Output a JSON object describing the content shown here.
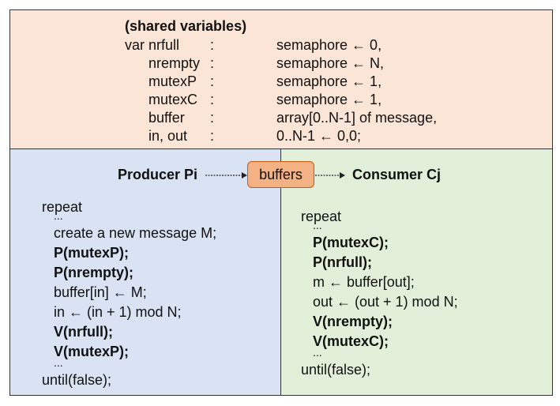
{
  "shared": {
    "header": "(shared variables)",
    "names": [
      "var nrfull",
      "nrempty",
      "mutexP",
      "mutexC",
      "buffer",
      "in, out"
    ],
    "colons": [
      ":",
      ":",
      ":",
      ":",
      ":",
      ":"
    ],
    "types": [
      "semaphore ← 0,",
      "semaphore ← N,",
      "semaphore ← 1,",
      "semaphore ← 1,",
      "array[0..N-1] of message,",
      "0..N-1 ← 0,0;"
    ]
  },
  "flow": {
    "producer_label": "Producer Pi",
    "buffers_label": "buffers",
    "consumer_label": "Consumer Cj"
  },
  "producer": {
    "lines": [
      "repeat",
      "...",
      "create a new message M;",
      "P(mutexP);",
      "P(nrempty);",
      "buffer[in] ← M;",
      "in ← (in + 1) mod N;",
      "V(nrfull);",
      "V(mutexP);",
      "...",
      "until(false);"
    ]
  },
  "consumer": {
    "lines": [
      "repeat",
      "...",
      "P(mutexC);",
      "P(nrfull);",
      "m ← buffer[out];",
      "out ← (out + 1) mod N;",
      "V(nrempty);",
      "V(mutexC);",
      "...",
      "until(false);"
    ]
  }
}
